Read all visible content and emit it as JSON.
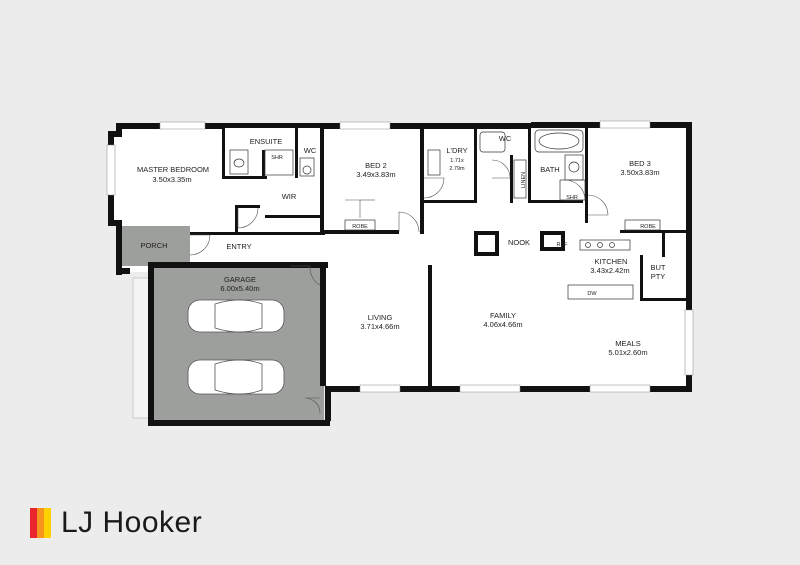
{
  "rooms": {
    "master_bedroom": {
      "name": "MASTER BEDROOM",
      "size": "3.50x3.35m"
    },
    "ensuite": {
      "name": "ENSUITE"
    },
    "ensuite_shr": {
      "name": "SHR"
    },
    "ensuite_wc": {
      "name": "WC"
    },
    "wir": {
      "name": "WIR"
    },
    "bed2": {
      "name": "BED 2",
      "size": "3.49x3.83m"
    },
    "bed2_robe": {
      "name": "ROBE"
    },
    "laundry": {
      "name": "L'DRY",
      "size_line1": "1.71x",
      "size_line2": "2.79m"
    },
    "linen": {
      "name": "LINEN"
    },
    "wc": {
      "name": "WC"
    },
    "bath": {
      "name": "BATH"
    },
    "bath_shr": {
      "name": "SHR"
    },
    "bed3": {
      "name": "BED 3",
      "size": "3.50x3.83m"
    },
    "bed3_robe": {
      "name": "ROBE"
    },
    "porch": {
      "name": "PORCH"
    },
    "entry": {
      "name": "ENTRY"
    },
    "nook": {
      "name": "NOOK"
    },
    "ref": {
      "name": "REF"
    },
    "kitchen": {
      "name": "KITCHEN",
      "size": "3.43x2.42m"
    },
    "butler_pantry": {
      "name_line1": "BUT",
      "name_line2": "PTY"
    },
    "dw": {
      "name": "DW"
    },
    "garage": {
      "name": "GARAGE",
      "size": "6.00x5.40m"
    },
    "living": {
      "name": "LIVING",
      "size": "3.71x4.66m"
    },
    "family": {
      "name": "FAMILY",
      "size": "4.06x4.66m"
    },
    "meals": {
      "name": "MEALS",
      "size": "5.01x2.60m"
    }
  },
  "logo": {
    "text": "LJ Hooker",
    "colors": [
      "#e8262b",
      "#f7941d",
      "#ffd100"
    ]
  },
  "colors": {
    "wall": "#111111",
    "garage_floor": "#9d9f9c",
    "porch_floor": "#9d9f9c",
    "background": "#ececec",
    "window": "#ffffff"
  }
}
